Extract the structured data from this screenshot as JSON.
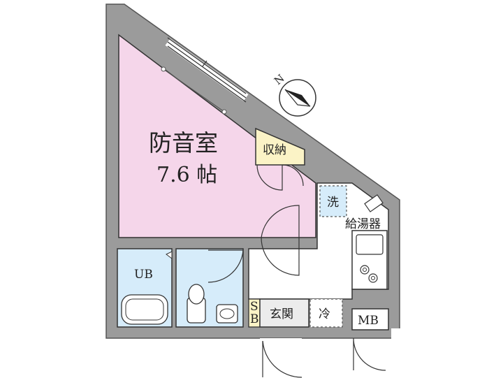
{
  "rooms": {
    "soundproof_room": {
      "name": "防音室",
      "size": "7.6 帖"
    },
    "storage": "収納",
    "washer": "洗",
    "water_heater": "給湯器",
    "unit_bath": "UB",
    "shoe_box": "SB",
    "entrance": "玄関",
    "fridge": "冷",
    "meter_box": "MB"
  },
  "compass": {
    "label": "N"
  },
  "colors": {
    "wall": "#9b9b9b",
    "soundproof_room": "#f5d6ea",
    "wet_area": "#d6ecfa",
    "storage": "#fbf3c6",
    "outline": "#333333"
  }
}
